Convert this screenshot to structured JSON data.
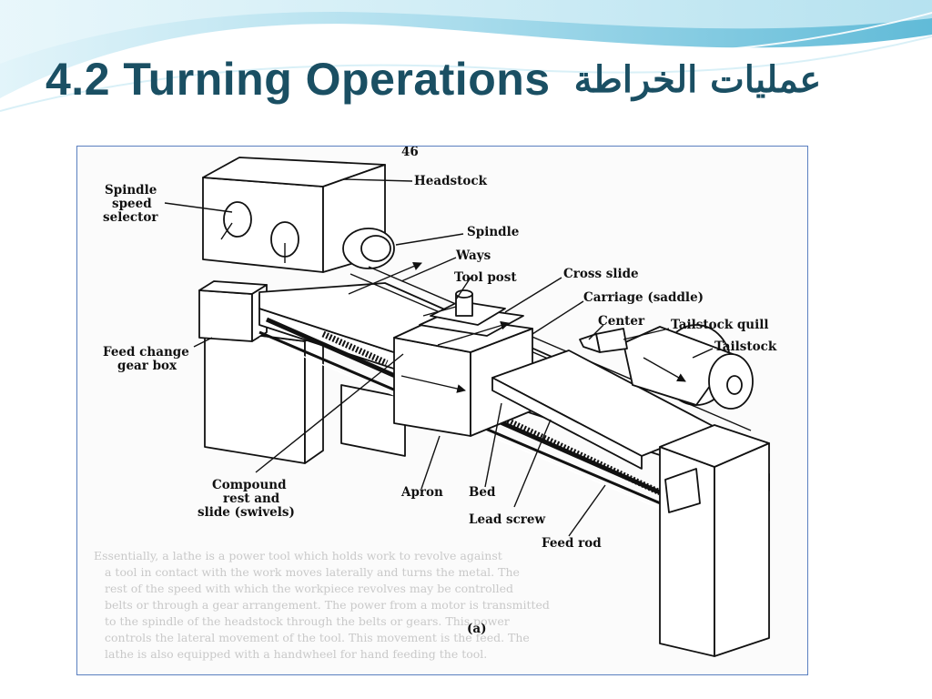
{
  "slide": {
    "title_en": "4.2 Turning Operations",
    "title_ar": "عمليات الخراطة"
  },
  "figure": {
    "page_number": "46",
    "caption": "(a)",
    "labels": {
      "headstock": "Headstock",
      "spindle_speed_selector": [
        "Spindle",
        "speed",
        "selector"
      ],
      "spindle": "Spindle",
      "ways": "Ways",
      "tool_post": "Tool post",
      "cross_slide": "Cross slide",
      "carriage": "Carriage (saddle)",
      "center": "Center",
      "tailstock_quill": "Tailstock quill",
      "tailstock": "Tailstock",
      "feed_change_gear_box": [
        "Feed change",
        "gear box"
      ],
      "compound_rest": [
        "Compound",
        "rest and",
        "slide (swivels)"
      ],
      "apron": "Apron",
      "bed": "Bed",
      "lead_screw": "Lead screw",
      "feed_rod": "Feed rod"
    },
    "bleed_through_text": [
      "Essentially, a lathe is a power tool which holds work to revolve against",
      "a tool in contact with the work moves laterally and turns the metal. The",
      "rest of the speed with which the workpiece revolves may be controlled",
      "belts or through a gear arrangement. The power from a motor is transmitted",
      "to the spindle of the headstock through the belts or gears. This power",
      "controls the lateral movement of the tool. This movement is the feed. The",
      "lathe is also equipped with a handwheel for hand feeding the tool."
    ]
  },
  "colors": {
    "title": "#1a4f63",
    "frame": "#5a7fc0",
    "wave_light": "#bfe6f2",
    "wave_mid": "#7fcbe2",
    "wave_dark": "#3aa6c8"
  }
}
